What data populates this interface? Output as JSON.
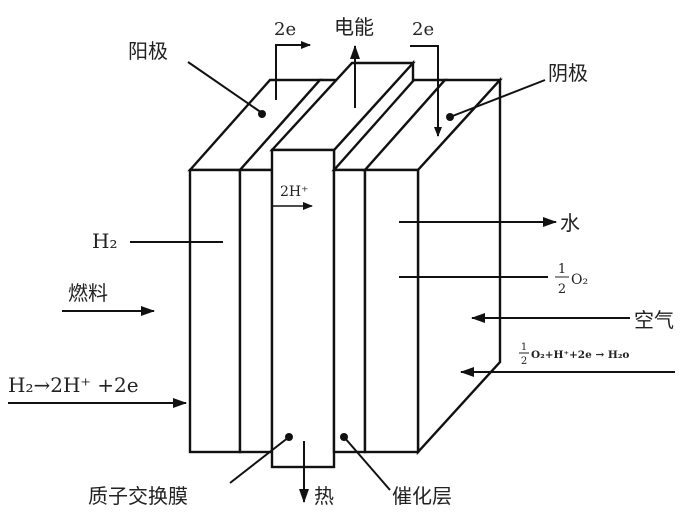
{
  "labels": {
    "anode": "阳极",
    "cathode": "阴极",
    "electric_energy": "电能",
    "electrons_left": "2e",
    "electrons_right": "2e",
    "proton_flow": "2H⁺",
    "hydrogen": "H₂",
    "fuel": "燃料",
    "anode_reaction": "H₂→2H⁺ +2e",
    "water": "水",
    "oxygen_fraction_num": "1",
    "oxygen_fraction_den": "2",
    "oxygen": "O₂",
    "air": "空气",
    "cathode_reaction_num": "1",
    "cathode_reaction_den": "2",
    "cathode_reaction": "O₂+H⁺+2e → H₂o",
    "proton_exchange_membrane": "质子交换膜",
    "heat": "热",
    "catalyst_layer": "催化层"
  },
  "colors": {
    "stroke": "#111111",
    "background": "#ffffff"
  }
}
